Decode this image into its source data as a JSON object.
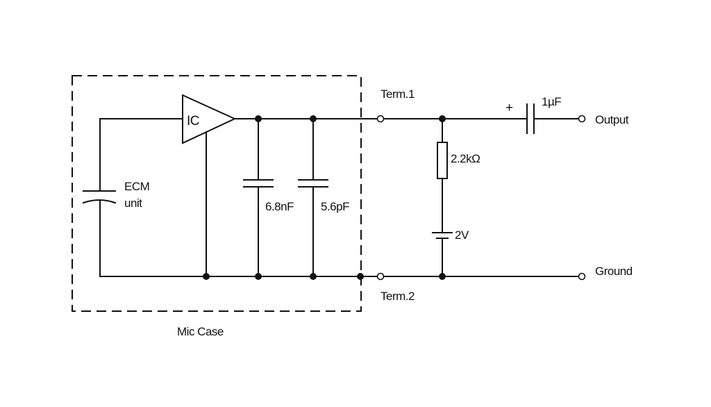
{
  "labels": {
    "ic": "IC",
    "ecm_line1": "ECM",
    "ecm_line2": "unit",
    "cap1": "6.8nF",
    "cap2": "5.6pF",
    "term1": "Term.1",
    "term2": "Term.2",
    "resistor": "2.2kΩ",
    "battery": "2V",
    "plus": "+",
    "coupling_cap": "1µF",
    "output": "Output",
    "ground": "Ground",
    "mic_case": "Mic Case"
  },
  "colors": {
    "line": "#111111",
    "background": "#ffffff"
  }
}
